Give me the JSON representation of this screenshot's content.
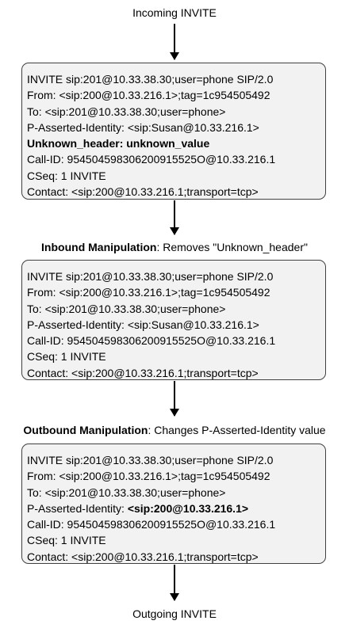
{
  "top_label": "Incoming INVITE",
  "bottom_label": "Outgoing INVITE",
  "inbound_caption": {
    "bold": "Inbound Manipulation",
    "rest": ": Removes \"Unknown_header\""
  },
  "outbound_caption": {
    "bold": "Outbound Manipulation",
    "rest": ": Changes P-Asserted-Identity value"
  },
  "box1": {
    "invite": "INVITE sip:201@10.33.38.30;user=phone SIP/2.0",
    "from": "From: <sip:200@10.33.216.1>;tag=1c954505492",
    "to": "To: <sip:201@10.33.38.30;user=phone>",
    "pai": "P-Asserted-Identity: <sip:Susan@10.33.216.1>",
    "unknown": "Unknown_header: unknown_value",
    "callid": "Call-ID: 954504598306200915525O@10.33.216.1",
    "cseq": "CSeq: 1 INVITE",
    "contact": "Contact: <sip:200@10.33.216.1;transport=tcp>"
  },
  "box2": {
    "invite": "INVITE sip:201@10.33.38.30;user=phone SIP/2.0",
    "from": "From: <sip:200@10.33.216.1>;tag=1c954505492",
    "to": "To: <sip:201@10.33.38.30;user=phone>",
    "pai": "P-Asserted-Identity: <sip:Susan@10.33.216.1>",
    "callid": "Call-ID: 954504598306200915525O@10.33.216.1",
    "cseq": "CSeq: 1 INVITE",
    "contact": "Contact: <sip:200@10.33.216.1;transport=tcp>"
  },
  "box3": {
    "invite": "INVITE sip:201@10.33.38.30;user=phone SIP/2.0",
    "from": "From: <sip:200@10.33.216.1>;tag=1c954505492",
    "to": "To: <sip:201@10.33.38.30;user=phone>",
    "pai_label": "P-Asserted-Identity: ",
    "pai_value": "<sip:200@10.33.216.1>",
    "callid": "Call-ID: 954504598306200915525O@10.33.216.1",
    "cseq": "CSeq: 1 INVITE",
    "contact": "Contact: <sip:200@10.33.216.1;transport=tcp>"
  }
}
